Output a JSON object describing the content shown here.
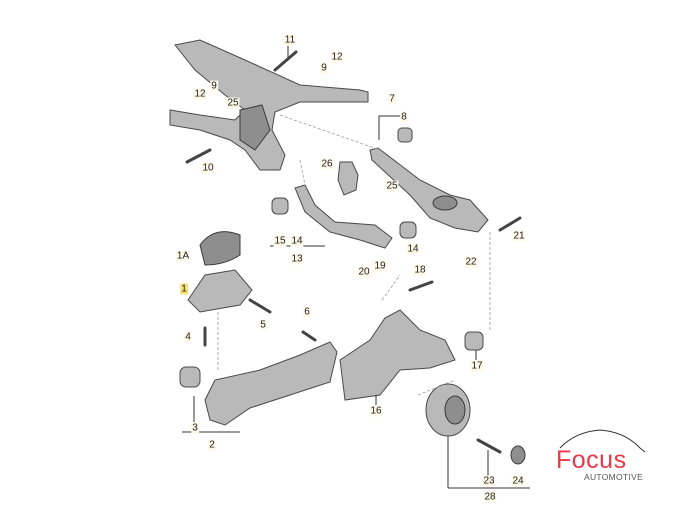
{
  "diagram": {
    "callouts": [
      "11",
      "12",
      "9",
      "12",
      "9",
      "25",
      "10",
      "7",
      "8",
      "26",
      "25",
      "21",
      "15",
      "14",
      "13",
      "14",
      "20",
      "19",
      "22",
      "1A",
      "1",
      "5",
      "4",
      "6",
      "18",
      "17",
      "16",
      "3",
      "2",
      "23",
      "24",
      "28"
    ],
    "highlighted_callout": "1"
  },
  "logo": {
    "name": "Focus",
    "subtitle": "AUTOMOTIVE",
    "color": "#e8384a"
  }
}
